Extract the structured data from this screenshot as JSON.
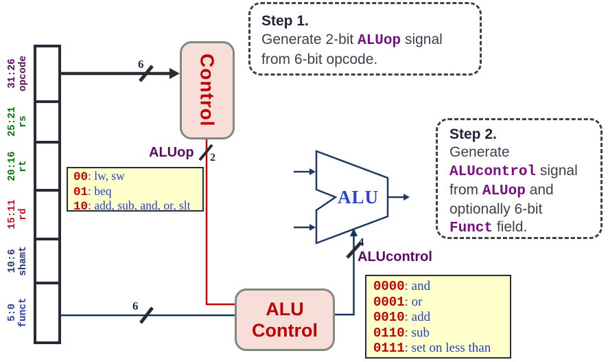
{
  "colors": {
    "block_fill": "#f8ded9",
    "block_border": "#7d8a7d",
    "block_text_red": "#c00000",
    "wire_red": "#c40000",
    "wire_navy": "#16345f",
    "wire_black": "#2b2b33",
    "note_bg": "#ffffcc",
    "note_code_red": "#c40000",
    "note_text_blue": "#2343bb",
    "purple_label": "#5c0a63",
    "purple_mono": "#7a0f80",
    "bus_number": "#1b2b4b"
  },
  "instruction_fields": [
    {
      "name": "opcode",
      "bits": "31:26",
      "color": "#5c0a5c"
    },
    {
      "name": "rs",
      "bits": "25:21",
      "color": "#067a06"
    },
    {
      "name": "rt",
      "bits": "20:16",
      "color": "#067a06"
    },
    {
      "name": "rd",
      "bits": "15:11",
      "color": "#c01022"
    },
    {
      "name": "shamt",
      "bits": "10:6",
      "color": "#253a75"
    },
    {
      "name": "funct",
      "bits": "5:0",
      "color": "#2c3fa6"
    }
  ],
  "blocks": {
    "control_label": "Control",
    "alu_control_label": "ALU Control",
    "alu_label": "ALU"
  },
  "signals": {
    "opcode_bus_width": "6",
    "funct_bus_width": "6",
    "aluop_label": "ALUop",
    "aluop_width": "2",
    "alucontrol_label": "ALUcontrol",
    "alucontrol_width": "4"
  },
  "aluop_table": {
    "rows": [
      {
        "code": "00",
        "desc": ": lw, sw"
      },
      {
        "code": "01",
        "desc": ": beq"
      },
      {
        "code": "10",
        "desc": ": add, sub, and, or, slt"
      }
    ]
  },
  "alucontrol_table": {
    "rows": [
      {
        "code": "0000",
        "desc": ": and"
      },
      {
        "code": "0001",
        "desc": ": or"
      },
      {
        "code": "0010",
        "desc": ": add"
      },
      {
        "code": "0110",
        "desc": ": sub"
      },
      {
        "code": "0111",
        "desc": ": set on less than"
      }
    ]
  },
  "steps": [
    {
      "title": "Step 1.",
      "lines": [
        [
          {
            "t": "Generate 2-bit "
          },
          {
            "t": "ALUop",
            "mono": true
          },
          {
            "t": " signal"
          }
        ],
        [
          {
            "t": "from 6-bit opcode."
          }
        ]
      ]
    },
    {
      "title": "Step 2.",
      "lines": [
        [
          {
            "t": "Generate"
          }
        ],
        [
          {
            "t": "ALUcontrol",
            "mono": true
          },
          {
            "t": " signal"
          }
        ],
        [
          {
            "t": "from "
          },
          {
            "t": "ALUop",
            "mono": true
          },
          {
            "t": " and"
          }
        ],
        [
          {
            "t": "optionally 6-bit"
          }
        ],
        [
          {
            "t": "Funct",
            "mono": true
          },
          {
            "t": " field."
          }
        ]
      ]
    }
  ]
}
